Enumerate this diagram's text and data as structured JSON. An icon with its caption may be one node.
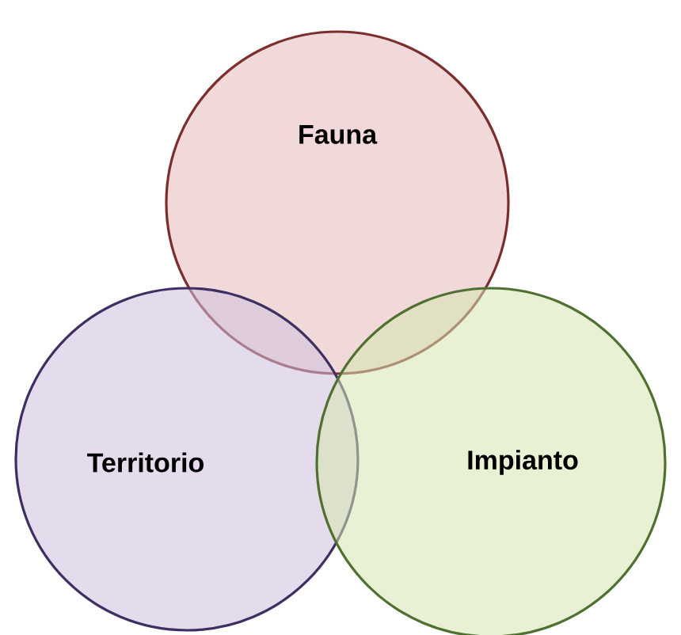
{
  "diagram": {
    "nodes": [
      {
        "text": [
          "Fauna"
        ]
      },
      {
        "text": [
          "Territorio"
        ]
      },
      {
        "text": [
          "Impianto"
        ]
      }
    ]
  }
}
